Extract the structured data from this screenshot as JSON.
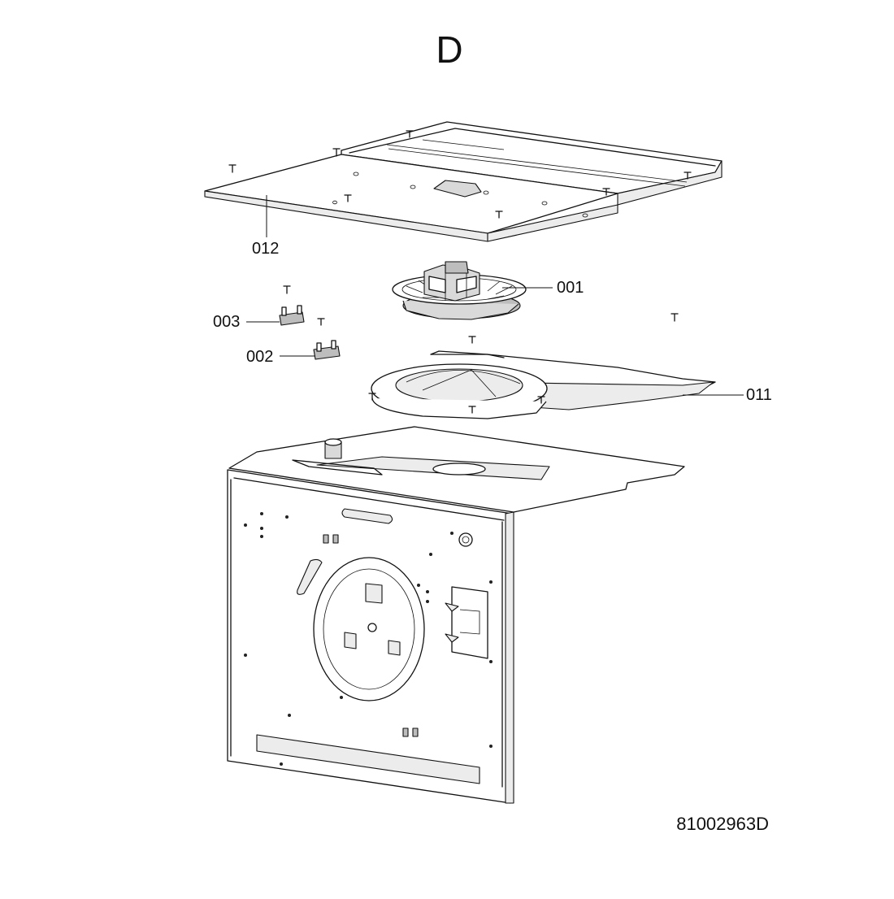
{
  "diagram": {
    "section_letter": "D",
    "drawing_number": "81002963D",
    "parts": [
      {
        "id": "012"
      },
      {
        "id": "001"
      },
      {
        "id": "003"
      },
      {
        "id": "002"
      },
      {
        "id": "011"
      }
    ]
  }
}
